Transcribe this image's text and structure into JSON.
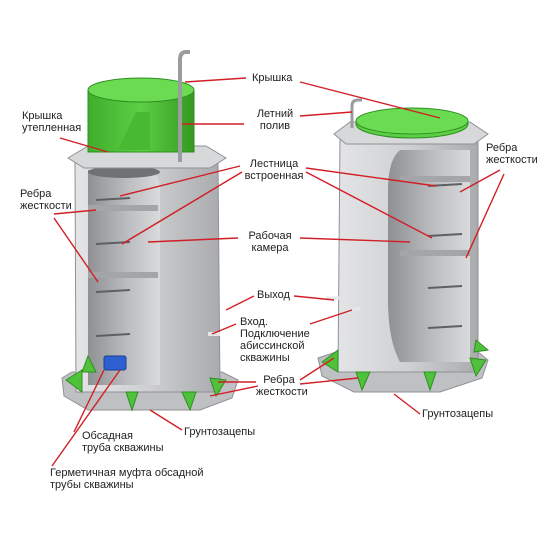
{
  "colors": {
    "concrete": "#c9cacc",
    "concrete_dark": "#8f9194",
    "concrete_light": "#e6e7e8",
    "green": "#4fc13b",
    "green_dark": "#2f8f22",
    "leader": "#d21f25"
  },
  "labels": {
    "kryshka": "Крышка",
    "letniy_poliv": "Летний\nполив",
    "kryshka_uteplennaya": "Крышка\nутепленная",
    "rebra_left": "Ребра\nжесткости",
    "rebra_right": "Ребра\nжесткости",
    "lestnitsa": "Лестница\nвстроенная",
    "rabochaya_kamera": "Рабочая\nкамера",
    "vykhod": "Выход",
    "vkhod": "Вход.\nПодключение\nабиссинской\nскважины",
    "rebra_bottom": "Ребра\nжесткости",
    "gruntozatsepy_left": "Грунтозацепы",
    "gruntozatsepy_right": "Грунтозацепы",
    "obsadnaya_truba": "Обсадная\nтруба скважины",
    "germetichnaya_mufta": "Герметичная муфта обсадной\nтрубы скважины"
  }
}
